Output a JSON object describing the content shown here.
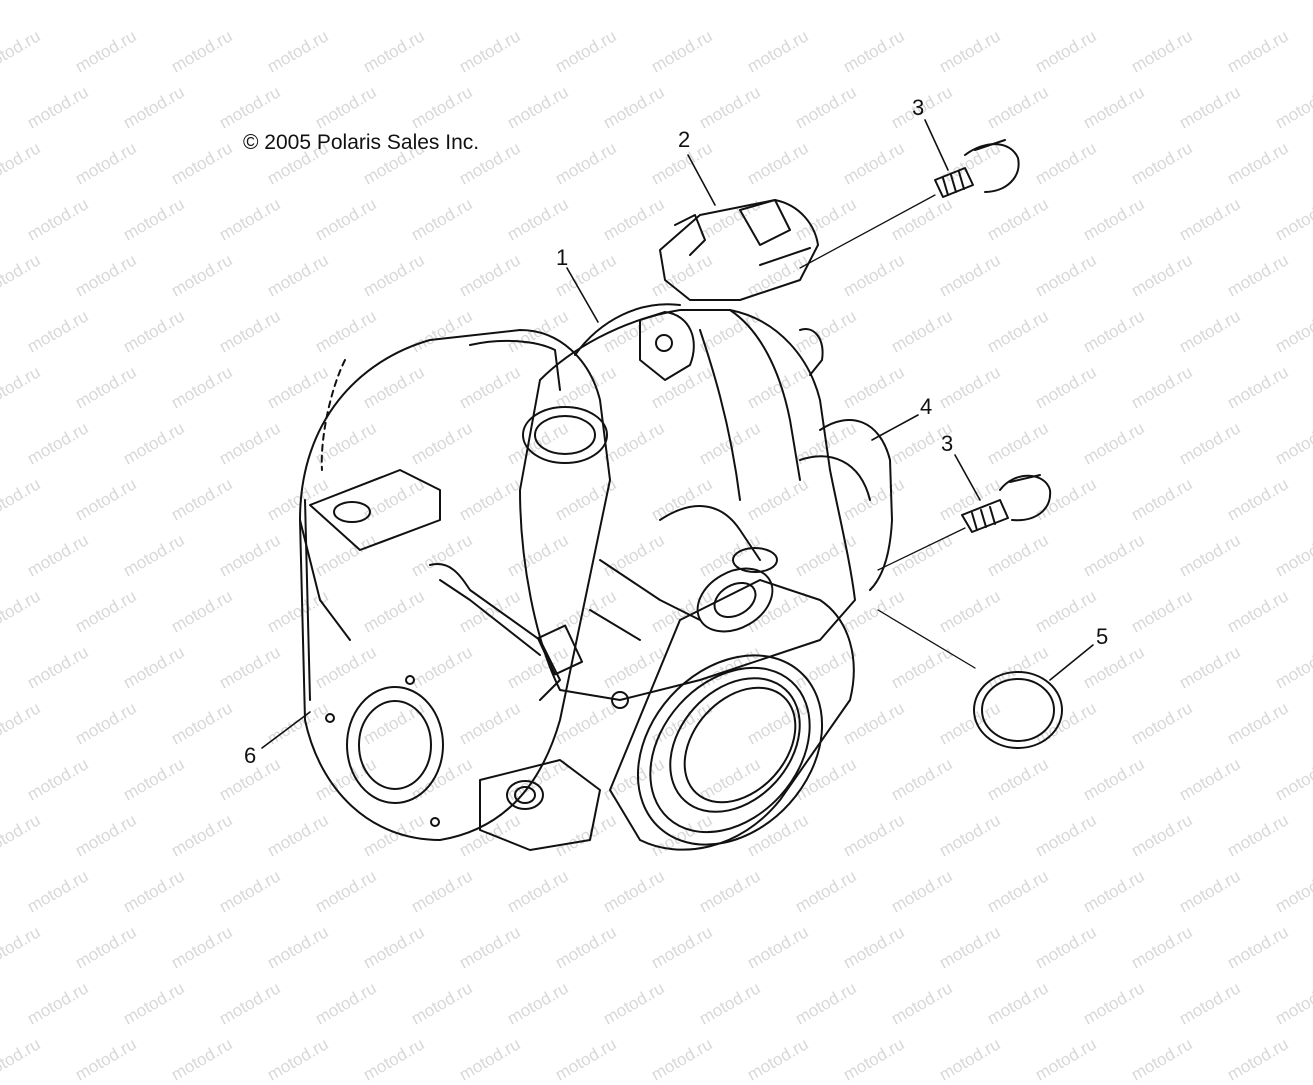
{
  "copyright": "© 2005 Polaris Sales Inc.",
  "watermark_text": "motod.ru",
  "callouts": [
    {
      "id": "1",
      "label": "1"
    },
    {
      "id": "2",
      "label": "2"
    },
    {
      "id": "3a",
      "label": "3"
    },
    {
      "id": "3b",
      "label": "3"
    },
    {
      "id": "4",
      "label": "4"
    },
    {
      "id": "5",
      "label": "5"
    },
    {
      "id": "6",
      "label": "6"
    }
  ],
  "colors": {
    "line": "#111111",
    "watermark": "#d8d8d8",
    "background": "#ffffff"
  }
}
